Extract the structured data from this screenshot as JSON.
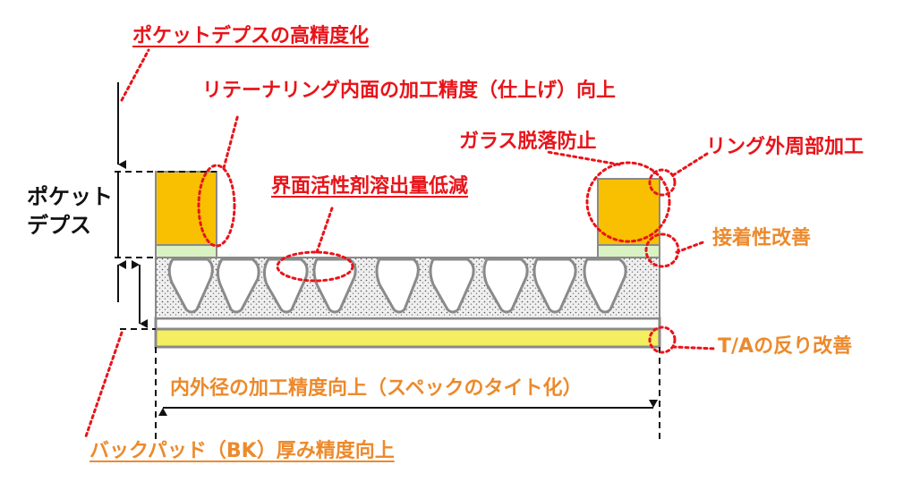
{
  "labels": {
    "pocket_depth_precision": "ポケットデプスの高精度化",
    "retainer_inner_precision": "リテーナリング内面の加工精度（仕上げ）向上",
    "glass_drop_prevention": "ガラス脱落防止",
    "ring_outer_machining": "リング外周部加工",
    "surfactant_elution": "界面活性剤溶出量低減",
    "adhesion_improvement": "接着性改善",
    "ta_warp_improvement": "T/Aの反り改善",
    "diameter_precision": "内外径の加工精度向上（スペックのタイト化）",
    "backpad_thickness": "バックパッド（BK）厚み精度向上",
    "pocket_depth_line1": "ポケット",
    "pocket_depth_line2": "デプス"
  },
  "colors": {
    "red": "#e8141a",
    "orange": "#ec8a2c",
    "ring_fill": "#f8c000",
    "adhesive_fill": "#d9f2c2",
    "plate_fill": "#f4ee61",
    "pad_fill": "#e8e8e8",
    "outline": "#8a8a8a"
  }
}
